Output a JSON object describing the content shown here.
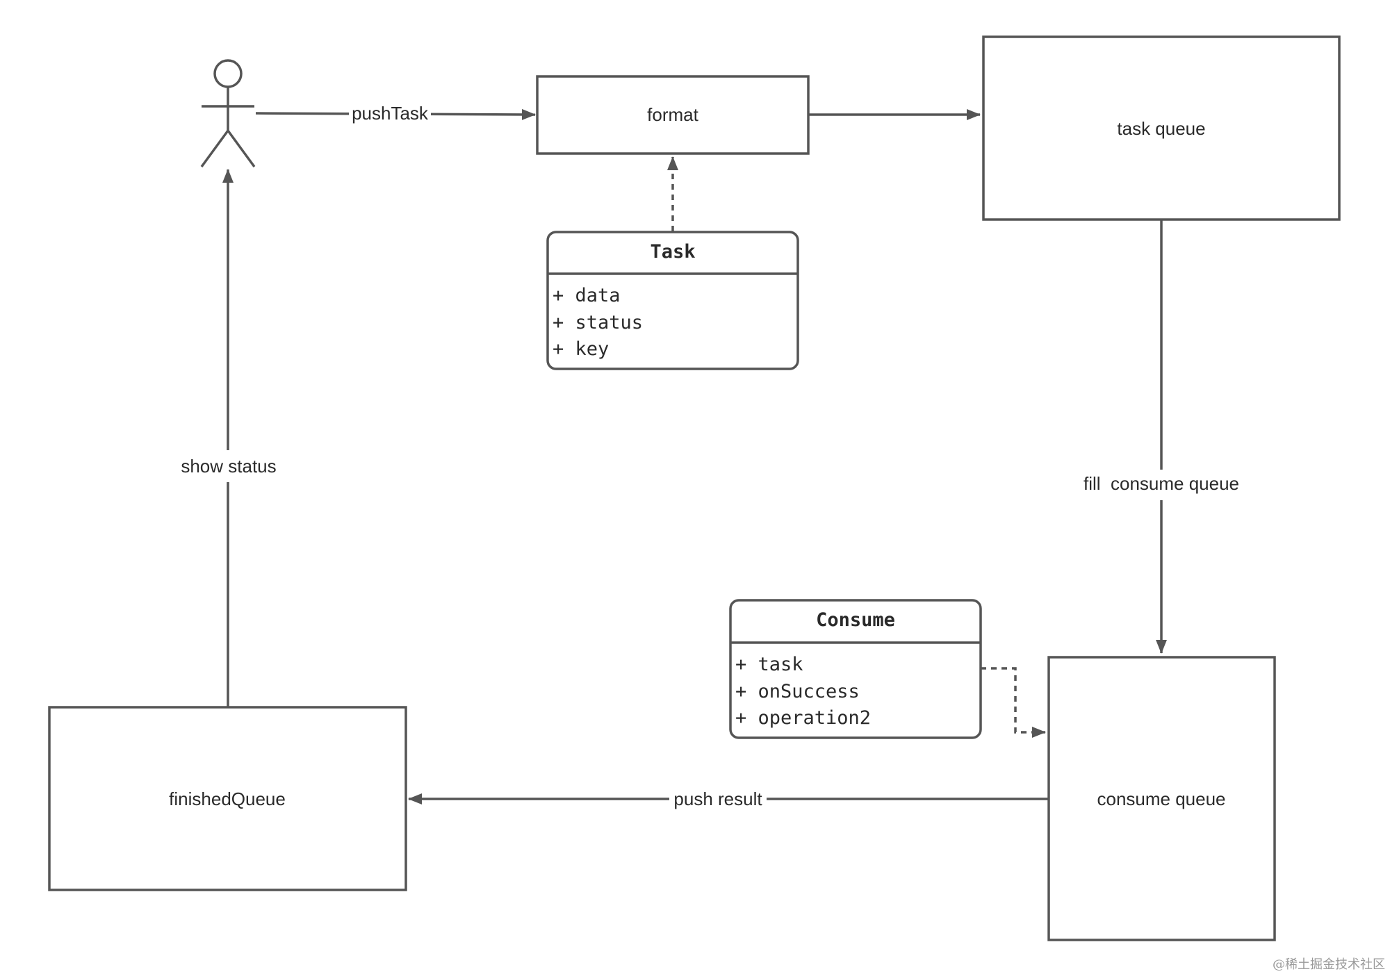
{
  "nodes": {
    "format": "format",
    "task_queue": "task queue",
    "consume_queue": "consume queue",
    "finished_queue": "finishedQueue"
  },
  "edges": {
    "push_task": "pushTask",
    "fill_consume_queue": "fill  consume queue",
    "push_result": "push result",
    "show_status": "show status"
  },
  "classes": {
    "task": {
      "name": "Task",
      "fields": [
        "+ data",
        "+ status",
        "+ key"
      ]
    },
    "consume": {
      "name": "Consume",
      "fields": [
        "+ task",
        "+ onSuccess",
        "+ operation2"
      ]
    }
  },
  "watermark": "@稀土掘金技术社区",
  "colors": {
    "stroke": "#555555",
    "text": "#2a2a2a",
    "background": "#ffffff"
  }
}
